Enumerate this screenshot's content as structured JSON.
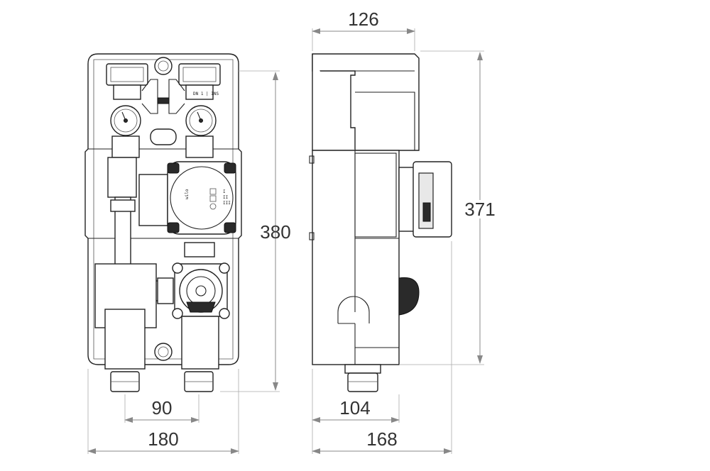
{
  "dimensions": {
    "front_height": "380",
    "front_inner_width": "90",
    "front_width": "180",
    "side_top_width": "126",
    "side_height": "371",
    "side_inner_width": "104",
    "side_width": "168"
  },
  "pump": {
    "brand": "wilo",
    "speed_labels": [
      "I",
      "II",
      "III"
    ]
  },
  "colors": {
    "outline": "#222222",
    "dimension_line": "#888888",
    "dimension_text": "#333333"
  }
}
